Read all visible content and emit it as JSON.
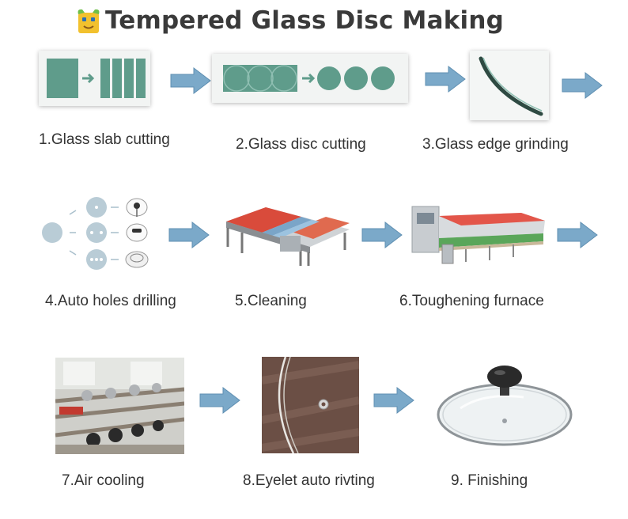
{
  "title": "Tempered Glass Disc Making",
  "colors": {
    "glass": "#5f9c8b",
    "arrow": "#7ba9c9",
    "arrow_border": "#5f8fb2",
    "title": "#3a3a3a",
    "label": "#333333"
  },
  "steps": [
    {
      "label": "1.Glass slab cutting",
      "icon": "slab-cutting-illustration"
    },
    {
      "label": "2.Glass disc cutting",
      "icon": "disc-cutting-illustration"
    },
    {
      "label": "3.Glass edge grinding",
      "icon": "edge-grinding-illustration"
    },
    {
      "label": "4.Auto holes drilling",
      "icon": "hole-drilling-illustration"
    },
    {
      "label": "5.Cleaning",
      "icon": "cleaning-machine-photo"
    },
    {
      "label": "6.Toughening furnace",
      "icon": "toughening-furnace-photo"
    },
    {
      "label": "7.Air cooling",
      "icon": "air-cooling-photo"
    },
    {
      "label": "8.Eyelet auto rivting",
      "icon": "eyelet-riveting-photo"
    },
    {
      "label": "9. Finishing",
      "icon": "finished-glass-lid-photo"
    }
  ]
}
